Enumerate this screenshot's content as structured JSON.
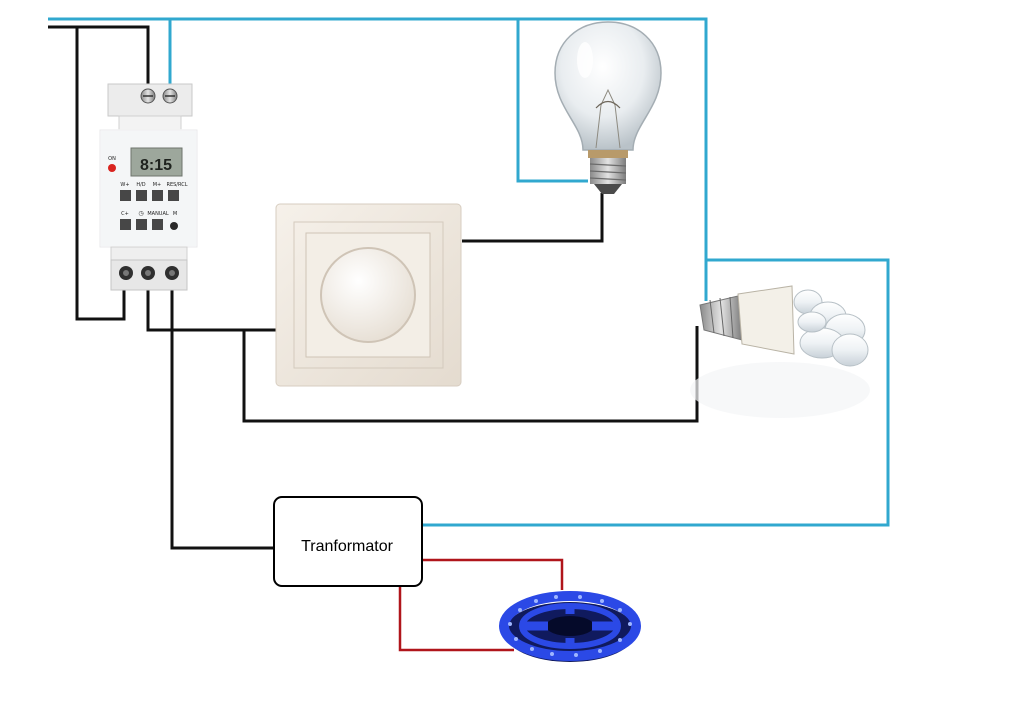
{
  "transformer": {
    "label": "Tranformator"
  },
  "timer": {
    "display_time": "8:15",
    "indicator": "ON",
    "button_labels": [
      "W+",
      "H/D",
      "M+",
      "RES/RCL",
      "C+",
      "◷",
      "MANUAL",
      "M"
    ]
  },
  "colors": {
    "phase_wire": "#31a8cf",
    "neutral_wire": "#111111",
    "low_voltage_wire": "#b0151b",
    "led_strip": "#2b49e6",
    "switch_plate": "#eee7de"
  },
  "icons": {
    "timer": "digital-timer-relay-icon",
    "dimmer": "rotary-dimmer-switch-icon",
    "bulb": "incandescent-bulb-icon",
    "cfl": "compact-fluorescent-lamp-icon",
    "strip": "led-strip-reel-icon"
  }
}
